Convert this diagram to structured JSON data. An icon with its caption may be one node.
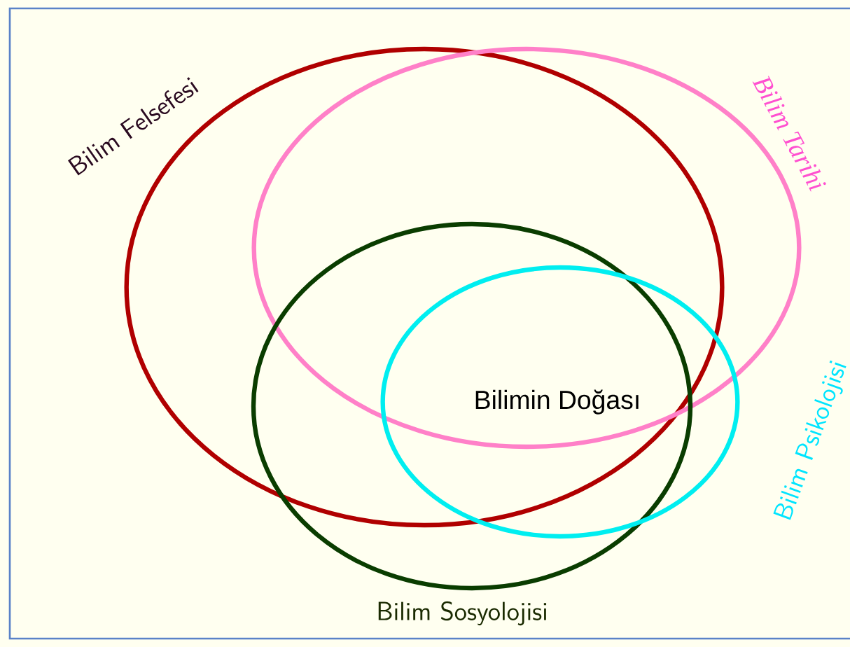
{
  "diagram": {
    "nodes": [
      {
        "text": [
          "Bilim Felsefesi"
        ]
      },
      {
        "text": [
          "Bilim Tarihi"
        ]
      },
      {
        "text": [
          "Bilim Sosyolojisi"
        ]
      },
      {
        "text": [
          "Bilim Psikolojisi"
        ]
      }
    ],
    "labels": [
      "Bilimin Doğası"
    ]
  }
}
